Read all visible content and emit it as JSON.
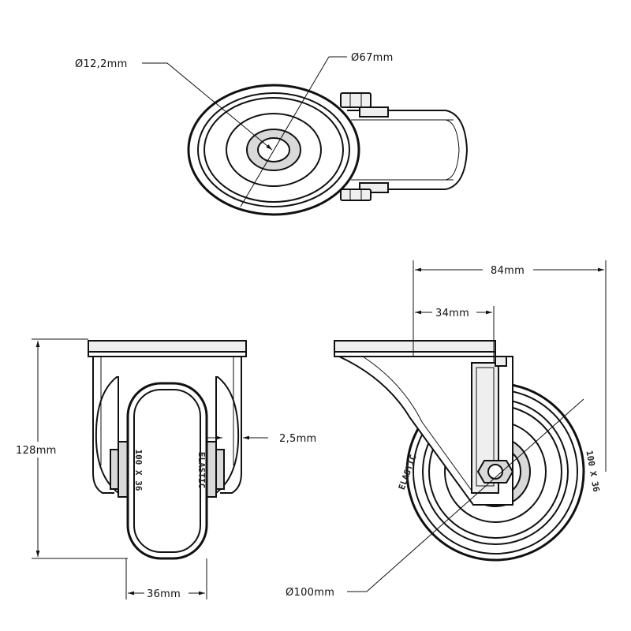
{
  "drawing": {
    "colors": {
      "line": "#111111",
      "fill": "#d9d9d9",
      "light_fill": "#efefef",
      "background": "#ffffff"
    },
    "views": [
      "top-view",
      "front-view",
      "side-view"
    ],
    "dimensions": {
      "bore_diameter": "Ø12,2mm",
      "hub_diameter": "Ø67mm",
      "overall_height": "128mm",
      "wheel_width": "36mm",
      "plate_offset": "2,5mm",
      "overall_depth": "84mm",
      "swivel_offset": "34mm",
      "wheel_diameter": "Ø100mm"
    },
    "tire_markings": {
      "side_view_left": "ELASTIC",
      "side_view_right": "100 X 36",
      "front_view_left": "100 X 36",
      "front_view_right": "ELASTIC"
    }
  }
}
